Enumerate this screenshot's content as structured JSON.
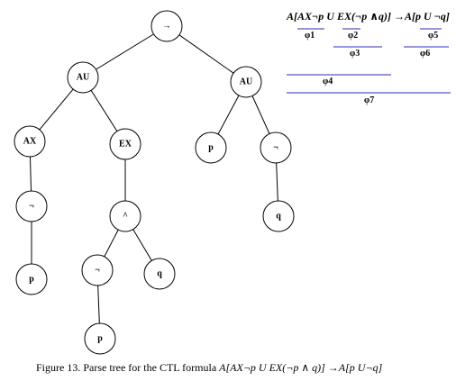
{
  "diagram": {
    "nodes": [
      {
        "id": "root",
        "label": "→"
      },
      {
        "id": "au_left",
        "label": "AU"
      },
      {
        "id": "au_right",
        "label": "AU"
      },
      {
        "id": "ax",
        "label": "AX"
      },
      {
        "id": "ex",
        "label": "EX"
      },
      {
        "id": "p_right",
        "label": "p"
      },
      {
        "id": "neg_right",
        "label": "¬"
      },
      {
        "id": "neg_ax",
        "label": "¬"
      },
      {
        "id": "and",
        "label": "^"
      },
      {
        "id": "q_right",
        "label": "q"
      },
      {
        "id": "p_ax",
        "label": "p"
      },
      {
        "id": "neg_and",
        "label": "¬"
      },
      {
        "id": "q_and",
        "label": "q"
      },
      {
        "id": "p_neg_and",
        "label": "p"
      }
    ],
    "edges": [
      [
        "root",
        "au_left"
      ],
      [
        "root",
        "au_right"
      ],
      [
        "au_left",
        "ax"
      ],
      [
        "au_left",
        "ex"
      ],
      [
        "au_right",
        "p_right"
      ],
      [
        "au_right",
        "neg_right"
      ],
      [
        "ax",
        "neg_ax"
      ],
      [
        "neg_ax",
        "p_ax"
      ],
      [
        "ex",
        "and"
      ],
      [
        "and",
        "neg_and"
      ],
      [
        "and",
        "q_and"
      ],
      [
        "neg_and",
        "p_neg_and"
      ],
      [
        "neg_right",
        "q_right"
      ]
    ]
  },
  "formula": {
    "text": "A[AX¬p U EX(¬p ∧q)] →A[p U ¬q]",
    "phi": [
      {
        "id": "phi1",
        "label": "φ1"
      },
      {
        "id": "phi2",
        "label": "φ2"
      },
      {
        "id": "phi5",
        "label": "φ5"
      },
      {
        "id": "phi3",
        "label": "φ3"
      },
      {
        "id": "phi6",
        "label": "φ6"
      },
      {
        "id": "phi4",
        "label": "φ4"
      },
      {
        "id": "phi7",
        "label": "φ7"
      }
    ]
  },
  "caption": {
    "prefix": "Figure 13. Parse tree for the CTL formula ",
    "formula": "A[AX¬p U EX(¬p ∧ q)] →A[p U¬q]"
  }
}
